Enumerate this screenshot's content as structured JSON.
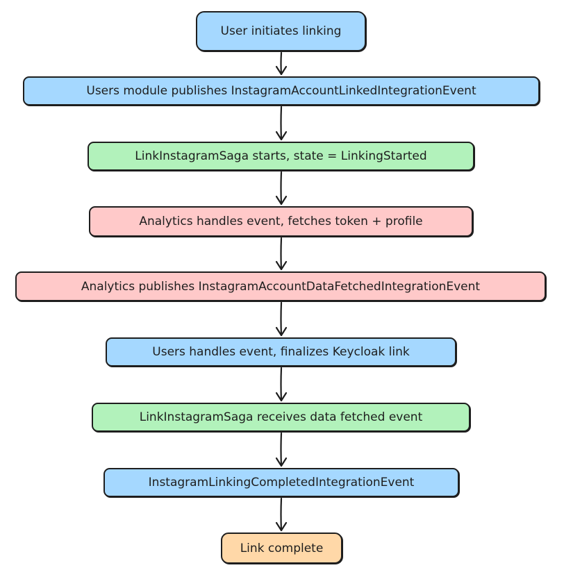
{
  "diagram": {
    "nodes": [
      {
        "id": "n1",
        "label": "User initiates linking",
        "color": "#a5d8ff"
      },
      {
        "id": "n2",
        "label": "Users module publishes InstagramAccountLinkedIntegrationEvent",
        "color": "#a5d8ff"
      },
      {
        "id": "n3",
        "label": "LinkInstagramSaga starts, state = LinkingStarted",
        "color": "#b2f2bb"
      },
      {
        "id": "n4",
        "label": "Analytics handles event, fetches token + profile",
        "color": "#ffc9c9"
      },
      {
        "id": "n5",
        "label": "Analytics publishes InstagramAccountDataFetchedIntegrationEvent",
        "color": "#ffc9c9"
      },
      {
        "id": "n6",
        "label": "Users handles event, finalizes Keycloak link",
        "color": "#a5d8ff"
      },
      {
        "id": "n7",
        "label": "LinkInstagramSaga receives data fetched event",
        "color": "#b2f2bb"
      },
      {
        "id": "n8",
        "label": "InstagramLinkingCompletedIntegrationEvent",
        "color": "#a5d8ff"
      },
      {
        "id": "n9",
        "label": "Link complete",
        "color": "#ffd8a8"
      }
    ],
    "edges": [
      {
        "from": "n1",
        "to": "n2"
      },
      {
        "from": "n2",
        "to": "n3"
      },
      {
        "from": "n3",
        "to": "n4"
      },
      {
        "from": "n4",
        "to": "n5"
      },
      {
        "from": "n5",
        "to": "n6"
      },
      {
        "from": "n6",
        "to": "n7"
      },
      {
        "from": "n7",
        "to": "n8"
      },
      {
        "from": "n8",
        "to": "n9"
      }
    ],
    "stroke_color": "#1e1e1e"
  }
}
